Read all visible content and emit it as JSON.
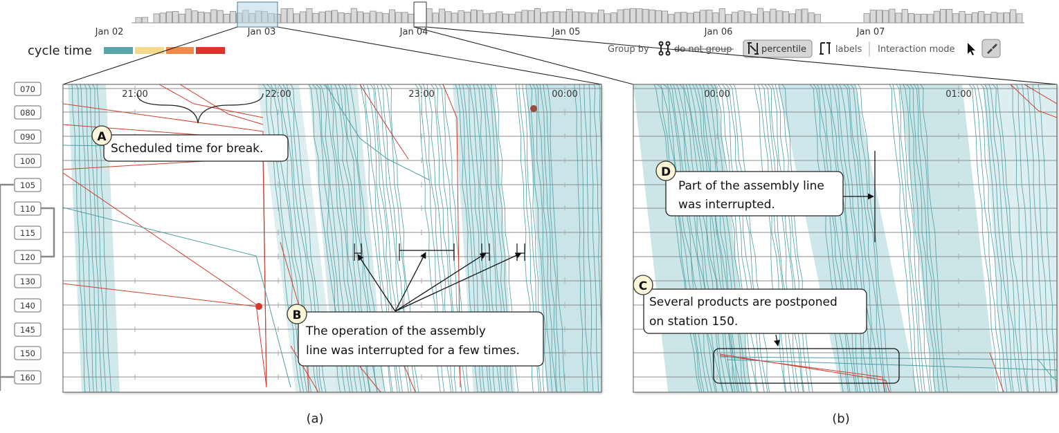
{
  "overview": {
    "dates": [
      "Jan 02",
      "Jan 03",
      "Jan 04",
      "Jan 05",
      "Jan 06",
      "Jan 07"
    ],
    "histogram_colors": {
      "fill": "#d9d9d9",
      "stroke": "#8a8a8a",
      "brush": "#c9dde6"
    }
  },
  "legend": {
    "label": "cycle time",
    "colors": [
      "#5aa5ab",
      "#f5d98c",
      "#f08a4b",
      "#d7372b"
    ]
  },
  "toolbar": {
    "group_by_label": "Group by",
    "do_not_group_label": "do not group",
    "percentile_label": "percentile",
    "labels_label": "labels",
    "interaction_mode_label": "Interaction mode",
    "icons": [
      "group-icon",
      "percentile-icon",
      "labels-icon",
      "pointer-icon",
      "brush-icon"
    ]
  },
  "stations": [
    "070",
    "080",
    "090",
    "100",
    "105",
    "110",
    "115",
    "120",
    "130",
    "140",
    "145",
    "150",
    "160"
  ],
  "panel_a": {
    "times": [
      "21:00",
      "22:00",
      "23:00",
      "00:00"
    ],
    "callouts": [
      {
        "letter": "A",
        "text": "Scheduled time for break."
      },
      {
        "letter": "B",
        "lines": [
          "The operation of the assembly",
          "line was interrupted for a few times."
        ]
      }
    ],
    "caption": "(a)"
  },
  "panel_b": {
    "times": [
      "00:00",
      "01:00"
    ],
    "callouts": [
      {
        "letter": "D",
        "lines": [
          "Part of the assembly line",
          "was interrupted."
        ]
      },
      {
        "letter": "C",
        "lines": [
          "Several products are postponed",
          "on station 150."
        ]
      }
    ],
    "caption": "(b)"
  },
  "colors": {
    "teal": "#4a9ea4",
    "band": "#c6e3e6",
    "red": "#d23c2c",
    "grid": "#8c8c8c",
    "badge": "#fdf6d8"
  }
}
